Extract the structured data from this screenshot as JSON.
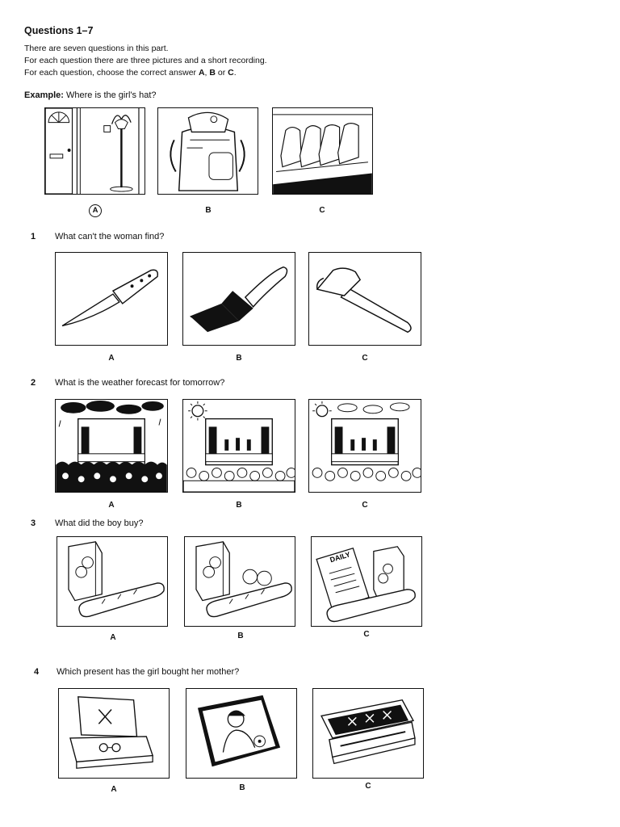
{
  "header": {
    "title": "Questions 1–7",
    "instructions": [
      "There are seven questions in this part.",
      "For each question there are three pictures and a short recording.",
      "For each question, choose the correct answer "
    ],
    "answer_a": "A",
    "sep1": ", ",
    "answer_b": "B",
    "sep2": " or ",
    "answer_c": "C",
    "end": "."
  },
  "example": {
    "label": "Example:",
    "question": "Where is the girl's hat?",
    "options": [
      "A",
      "B",
      "C"
    ],
    "selected": "A"
  },
  "questions": [
    {
      "number": "1",
      "text": "What can't the woman find?",
      "options": [
        "A",
        "B",
        "C"
      ]
    },
    {
      "number": "2",
      "text": "What is the weather forecast for tomorrow?",
      "options": [
        "A",
        "B",
        "C"
      ]
    },
    {
      "number": "3",
      "text": "What did the boy buy?",
      "options": [
        "A",
        "B",
        "C"
      ]
    },
    {
      "number": "4",
      "text": "Which present has the girl bought her mother?",
      "options": [
        "A",
        "B",
        "C"
      ]
    }
  ],
  "pictures": {
    "newspaper_masthead": "DAILY"
  }
}
